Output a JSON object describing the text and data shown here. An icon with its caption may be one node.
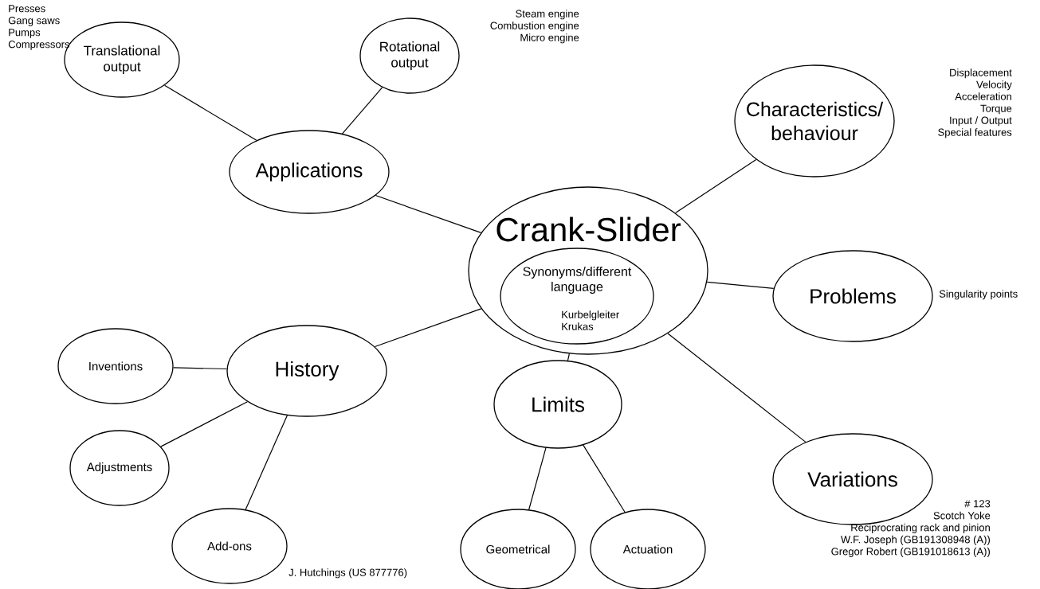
{
  "diagram": {
    "nodes": [
      {
        "text": [
          "Crank-Slider"
        ]
      },
      {
        "text": [
          "Synonyms/different language",
          "Kurbelgleiter",
          "Krukas"
        ],
        "in": 0
      },
      {
        "text": [
          "Applications"
        ]
      },
      {
        "text": [
          "Translational output"
        ],
        "beside": [
          "Presses",
          "Gang saws",
          "Pumps",
          "Compressors"
        ]
      },
      {
        "text": [
          "Rotational output"
        ],
        "beside": [
          "Steam engine",
          "Combustion engine",
          "Micro engine"
        ]
      },
      {
        "text": [
          "Characteristics/ behaviour"
        ],
        "beside": [
          "Displacement",
          "Velocity",
          "Acceleration",
          "Torque",
          "Input / Output",
          "Special features"
        ]
      },
      {
        "text": [
          "Problems"
        ],
        "beside": [
          "Singularity points"
        ]
      },
      {
        "text": [
          "Variations"
        ],
        "beside": [
          "# 123",
          "Scotch Yoke",
          "Reciprocrating rack  and pinion",
          "W.F. Joseph (GB191308948 (A))",
          "Gregor Robert (GB191018613 (A))"
        ]
      },
      {
        "text": [
          "History"
        ]
      },
      {
        "text": [
          "Inventions"
        ]
      },
      {
        "text": [
          "Adjustments"
        ]
      },
      {
        "text": [
          "Add-ons"
        ],
        "beside": [
          "J. Hutchings (US 877776)"
        ]
      },
      {
        "text": [
          "Limits"
        ]
      },
      {
        "text": [
          "Geometrical"
        ]
      },
      {
        "text": [
          "Actuation"
        ]
      }
    ],
    "edges": [
      {
        "from": 0,
        "to": 2,
        "arrow": "none"
      },
      {
        "from": 2,
        "to": 3,
        "arrow": "none"
      },
      {
        "from": 2,
        "to": 4,
        "arrow": "none"
      },
      {
        "from": 0,
        "to": 5,
        "arrow": "none"
      },
      {
        "from": 0,
        "to": 6,
        "arrow": "none"
      },
      {
        "from": 0,
        "to": 7,
        "arrow": "none"
      },
      {
        "from": 0,
        "to": 8,
        "arrow": "none"
      },
      {
        "from": 8,
        "to": 9,
        "arrow": "none"
      },
      {
        "from": 8,
        "to": 10,
        "arrow": "none"
      },
      {
        "from": 8,
        "to": 11,
        "arrow": "none"
      },
      {
        "from": 0,
        "to": 12,
        "arrow": "none"
      },
      {
        "from": 12,
        "to": 13,
        "arrow": "none"
      },
      {
        "from": 12,
        "to": 14,
        "arrow": "none"
      }
    ]
  }
}
